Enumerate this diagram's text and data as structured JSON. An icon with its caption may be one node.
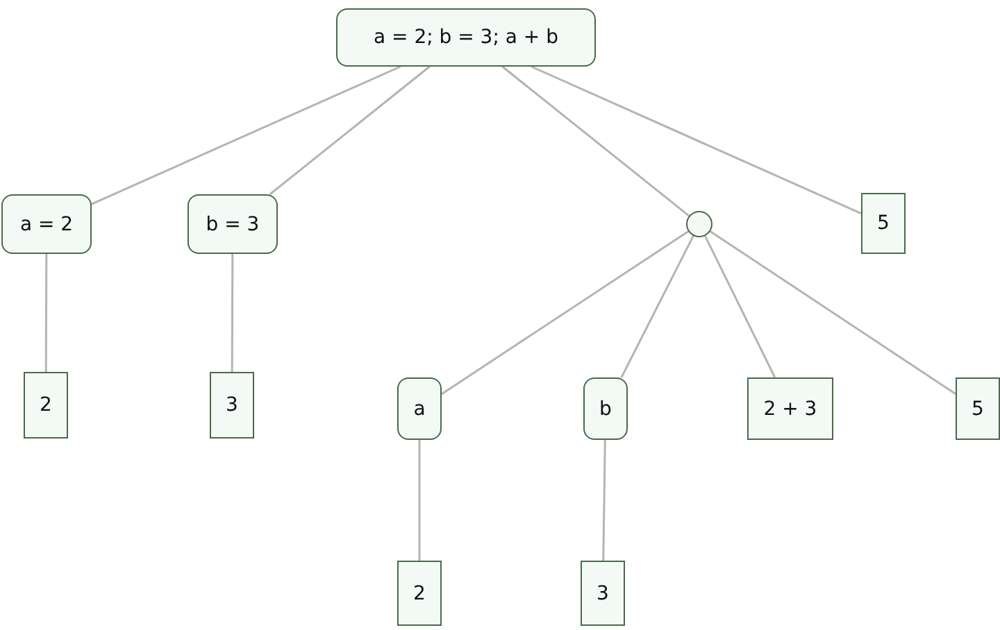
{
  "diagram": {
    "nodes": [
      {
        "text": [
          "a = 2; b = 3; a + b"
        ]
      },
      {
        "text": [
          "a = 2"
        ]
      },
      {
        "text": [
          "b = 3"
        ]
      },
      {
        "text": [],
        "shape": "circle"
      },
      {
        "text": [
          "5"
        ]
      },
      {
        "text": [
          "2"
        ]
      },
      {
        "text": [
          "3"
        ]
      },
      {
        "text": [
          "a"
        ]
      },
      {
        "text": [
          "b"
        ]
      },
      {
        "text": [
          "2 + 3"
        ]
      },
      {
        "text": [
          "5"
        ]
      },
      {
        "text": [
          "2"
        ]
      },
      {
        "text": [
          "3"
        ]
      }
    ],
    "edges": [
      {
        "from": 0,
        "to": 1,
        "arrow": "none"
      },
      {
        "from": 0,
        "to": 2,
        "arrow": "none"
      },
      {
        "from": 0,
        "to": 3,
        "arrow": "none"
      },
      {
        "from": 0,
        "to": 4,
        "arrow": "none"
      },
      {
        "from": 1,
        "to": 5,
        "arrow": "none"
      },
      {
        "from": 2,
        "to": 6,
        "arrow": "none"
      },
      {
        "from": 3,
        "to": 7,
        "arrow": "none"
      },
      {
        "from": 3,
        "to": 8,
        "arrow": "none"
      },
      {
        "from": 3,
        "to": 9,
        "arrow": "none"
      },
      {
        "from": 3,
        "to": 10,
        "arrow": "none"
      },
      {
        "from": 7,
        "to": 11,
        "arrow": "none"
      },
      {
        "from": 8,
        "to": 12,
        "arrow": "none"
      }
    ]
  }
}
